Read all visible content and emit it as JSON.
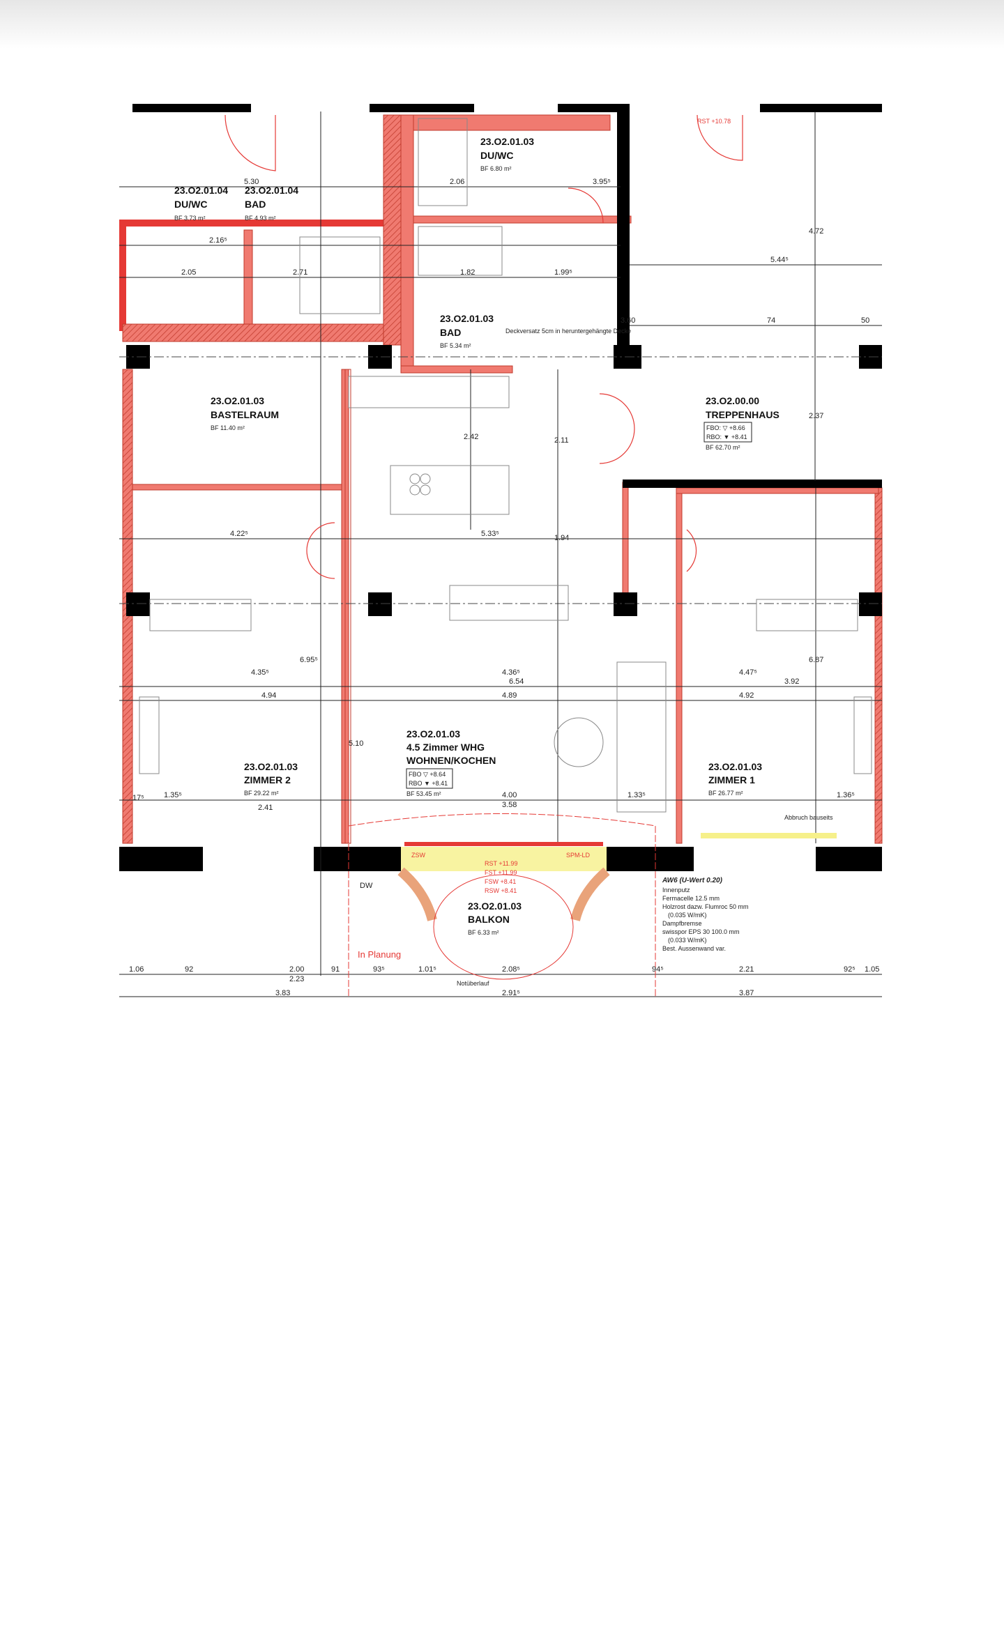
{
  "colors": {
    "wall": "#000000",
    "new_wall": "#f07a70",
    "line": "#e53935",
    "highlight": "#f6f08a",
    "hatch": "#e9a37a"
  },
  "rooms": [
    {
      "code": "23.O2.01.04",
      "name": "DU/WC",
      "area": "BF 3.73 m²"
    },
    {
      "code": "23.O2.01.04",
      "name": "BAD",
      "area": "BF 4.93 m²"
    },
    {
      "code": "23.O2.01.03",
      "name": "DU/WC",
      "area": "BF 6.80 m²"
    },
    {
      "code": "23.O2.01.03",
      "name": "BAD",
      "area": "BF 5.34 m²"
    },
    {
      "code": "23.O2.01.03",
      "name": "BASTELRAUM",
      "area": "BF 11.40 m²"
    },
    {
      "code": "23.O2.00.00",
      "name": "TREPPENHAUS",
      "area": "BF 62.70 m²",
      "fbo": "FBO: ▽ +8.66",
      "rbo": "RBO: ▼ +8.41"
    },
    {
      "code": "23.O2.01.03",
      "subtitle": "4.5 Zimmer WHG",
      "name": "WOHNEN/KOCHEN",
      "area": "BF 53.45 m²",
      "fbo": "FBO ▽ +8.64",
      "rbo": "RBO ▼ +8.41"
    },
    {
      "code": "23.O2.01.03",
      "name": "ZIMMER 2",
      "area": "BF 29.22 m²"
    },
    {
      "code": "23.O2.01.03",
      "name": "ZIMMER 1",
      "area": "BF 26.77 m²"
    },
    {
      "code": "23.O2.01.03",
      "name": "BALKON",
      "area": "BF 6.33 m²"
    }
  ],
  "annotations": {
    "rst_top": "RST +10.78",
    "deckversatz": "Deckversatz 5cm in heruntergehängte Decke",
    "balkon_levels": [
      "RST +11.99",
      "FST +11.99",
      "FSW +8.41",
      "RSW +8.41"
    ],
    "in_planung": "In Planung",
    "notueberlauf": "Notüberlauf",
    "abbruch": "Abbruch bauseits",
    "dw": "DW",
    "zsw": "ZSW",
    "spm": "SPM-LD"
  },
  "wall_note": {
    "title": "AW6 (U-Wert 0.20)",
    "rows": [
      "Innenputz",
      "Fermacelle   12.5 mm",
      "Holzrost dazw. Flumroc   50 mm",
      "(0.035 W/mK)",
      "Dampfbremse",
      "swisspor EPS 30   100.0 mm",
      "(0.033 W/mK)",
      "Best. Aussenwand   var."
    ]
  },
  "dims": [
    "5.30",
    "3.95⁵",
    "2.06",
    "2.16⁵",
    "2.05",
    "2.71",
    "1.82",
    "1.99⁵",
    "5.44⁵",
    "3.60",
    "74",
    "50",
    "4.72",
    "2.37",
    "4.22⁵",
    "5.33⁵",
    "4.35⁵",
    "4.36⁵",
    "4.47⁵",
    "6.54",
    "3.92",
    "4.94",
    "4.89",
    "4.92",
    "5.10",
    "4.00",
    "3.58",
    "1.06",
    "92",
    "2.00",
    "2.23",
    "91",
    "93⁵",
    "1.01⁵",
    "2.08⁵",
    "94⁵",
    "2.21",
    "92⁵",
    "1.05",
    "3.83",
    "2.91⁵",
    "3.87",
    "2.42",
    "2.11",
    "1.94",
    "6.95⁵",
    "6.87",
    "17⁵",
    "1.35⁵",
    "2.41",
    "1.36⁵",
    "1.33⁵"
  ]
}
